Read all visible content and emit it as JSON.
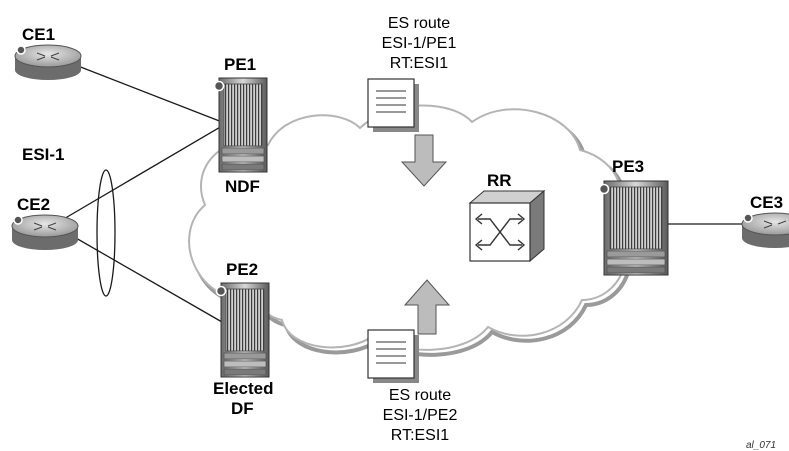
{
  "nodes": {
    "ce1": "CE1",
    "ce2": "CE2",
    "ce3": "CE3",
    "pe1": "PE1",
    "pe2": "PE2",
    "pe3": "PE3",
    "rr": "RR",
    "esi": "ESI-1"
  },
  "roles": {
    "pe1_role": "NDF",
    "pe2_role_line1": "Elected",
    "pe2_role_line2": "DF"
  },
  "routes": {
    "top": {
      "line1": "ES route",
      "line2": "ESI-1/PE1",
      "line3": "RT:ESI1"
    },
    "bottom": {
      "line1": "ES route",
      "line2": "ESI-1/PE2",
      "line3": "RT:ESI1"
    }
  },
  "figure_id": "al_071",
  "colors": {
    "cloud_stroke": "#b4b4b4",
    "arrow_fill": "#bcbcbc",
    "device_dark": "#4a4a4a"
  },
  "icons": [
    "router-icon",
    "switch-icon",
    "chassis-icon",
    "document-icon",
    "arrow-down-icon",
    "arrow-up-icon"
  ]
}
